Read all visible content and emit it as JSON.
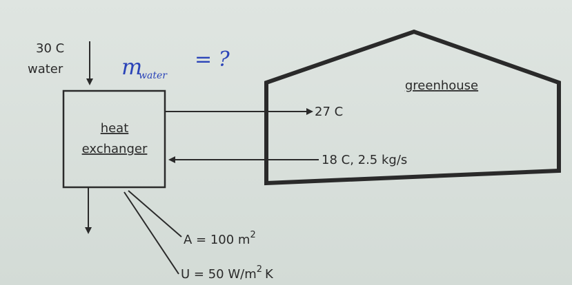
{
  "inlet": {
    "temperature": "30 C",
    "fluid": "water"
  },
  "handwritten_note": {
    "symbol": "m",
    "subscript": "water",
    "rest": "= ?"
  },
  "heat_exchanger": {
    "line1": "heat",
    "line2": "exchanger"
  },
  "greenhouse": {
    "label": "greenhouse"
  },
  "flows": {
    "supply": "27 C",
    "return": "18 C, 2.5 kg/s"
  },
  "parameters": {
    "area_text": "A = 100 m",
    "area_sup": "2",
    "u_text": "U = 50 W/m",
    "u_sup": "2",
    "u_unit_tail": "K"
  },
  "colors": {
    "ink": "#2a2a2a",
    "handwriting": "#2b44b8",
    "paper": "#d6ddd8"
  }
}
